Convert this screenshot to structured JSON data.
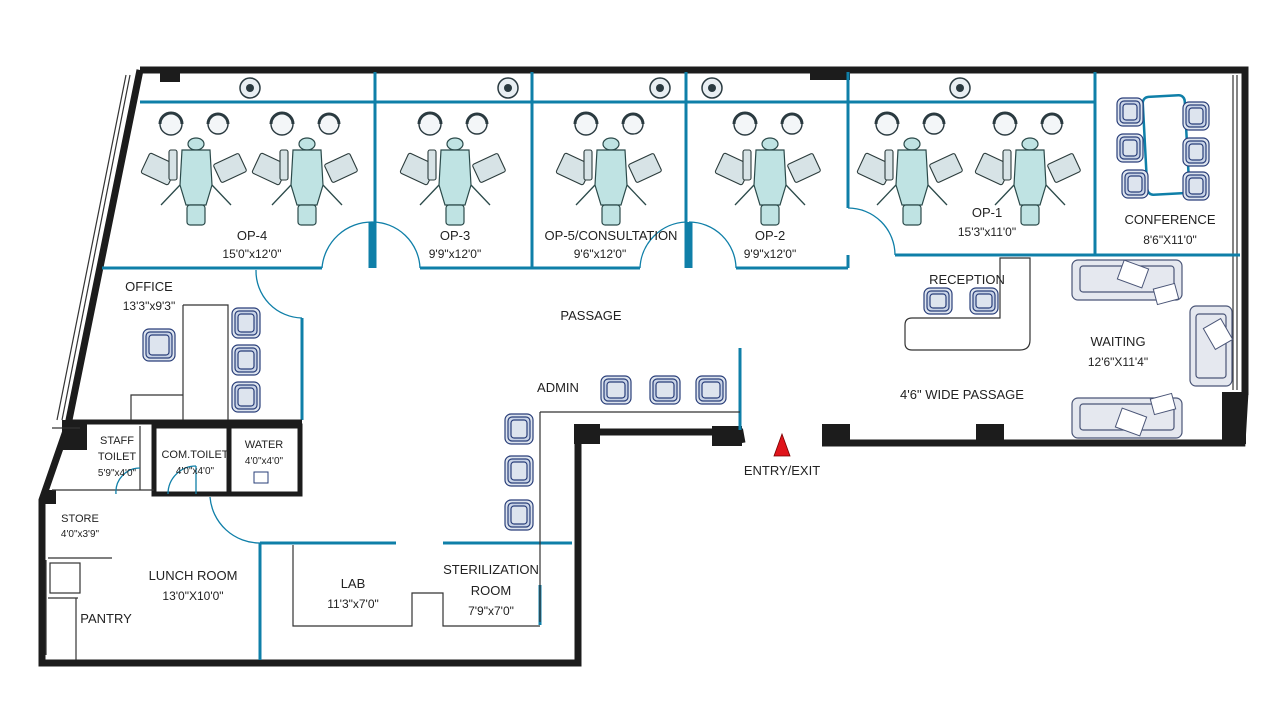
{
  "rooms": {
    "op4": {
      "name": "OP-4",
      "size": "15'0\"x12'0\""
    },
    "op3": {
      "name": "OP-3",
      "size": "9'9\"x12'0\""
    },
    "op5": {
      "name": "OP-5/CONSULTATION",
      "size": "9'6\"x12'0\""
    },
    "op2": {
      "name": "OP-2",
      "size": "9'9\"x12'0\""
    },
    "op1": {
      "name": "OP-1",
      "size": "15'3\"x11'0\""
    },
    "conference": {
      "name": "CONFERENCE",
      "size": "8'6\"X11'0\""
    },
    "office": {
      "name": "OFFICE",
      "size": "13'3\"x9'3\""
    },
    "reception": {
      "name": "RECEPTION"
    },
    "waiting": {
      "name": "WAITING",
      "size": "12'6\"X11'4\""
    },
    "passage": {
      "name": "PASSAGE"
    },
    "wide_passage": {
      "name": "4'6\" WIDE PASSAGE"
    },
    "admin": {
      "name": "ADMIN"
    },
    "staff_toilet": {
      "name_line1": "STAFF",
      "name_line2": "TOILET",
      "size": "5'9\"x4'0\""
    },
    "com_toilet": {
      "name": "COM.TOILET",
      "size": "4'0\"x4'0\""
    },
    "water": {
      "name": "WATER",
      "size": "4'0\"x4'0\""
    },
    "store": {
      "name": "STORE",
      "size": "4'0\"x3'9\""
    },
    "lunch_room": {
      "name": "LUNCH ROOM",
      "size": "13'0\"X10'0\""
    },
    "pantry": {
      "name": "PANTRY"
    },
    "lab": {
      "name": "LAB",
      "size": "11'3\"x7'0\""
    },
    "sterilization": {
      "name_line1": "STERILIZATION",
      "name_line2": "ROOM",
      "size": "7'9\"x7'0\""
    }
  },
  "entry": {
    "label": "ENTRY/EXIT"
  },
  "colors": {
    "wall": "#1c1c1c",
    "partition": "#0f7fa8",
    "entry_marker": "#e0141b",
    "furniture_outline": "#2a3f7a"
  },
  "icons": [
    "dental-chair-icon",
    "operating-lamp-icon",
    "stool-icon",
    "armchair-icon",
    "sofa-icon",
    "entry-arrow-icon"
  ]
}
